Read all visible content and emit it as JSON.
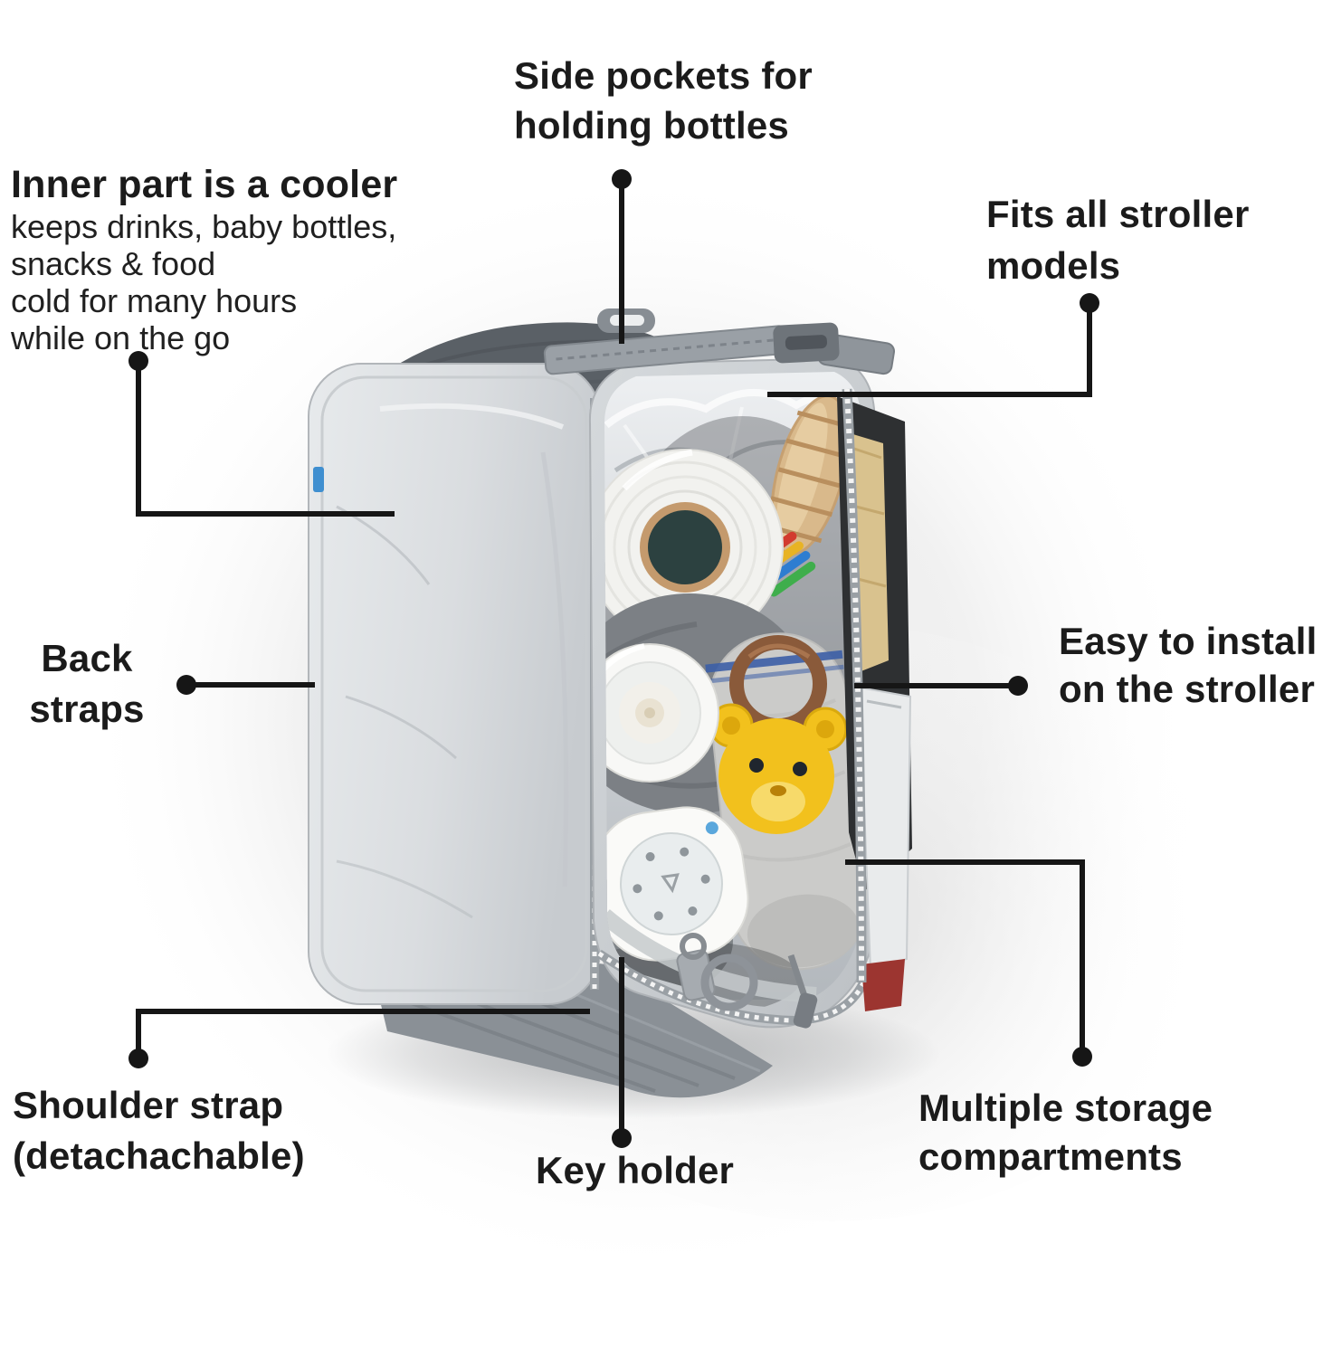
{
  "figure": {
    "type": "product-annotation-infographic",
    "subject": "Top view of an open stroller organizer diaper bag with cooler interior, packed with toilet-paper roll, baby bottles, rolled towel, yellow bear toy, wooden toy and a book",
    "background_color": "#ffffff",
    "line_color": "#161616",
    "text_color": "#1b1b1b"
  },
  "labels": {
    "side_pockets": {
      "line1": "Side pockets for",
      "line2": "holding bottles"
    },
    "inner_cooler": {
      "heading": "Inner part is a cooler",
      "body1": "keeps drinks, baby bottles,",
      "body2": "snacks & food",
      "body3": "cold for many hours",
      "body4": "while on the go"
    },
    "fits_stroller": {
      "line1": "Fits all stroller",
      "line2": "models"
    },
    "back_straps": {
      "line1": "Back",
      "line2": "straps"
    },
    "easy_install": {
      "line1": "Easy to install",
      "line2": "on the stroller"
    },
    "shoulder_strap": {
      "line1": "Shoulder strap",
      "line2": "(detachachable)"
    },
    "key_holder": {
      "line1": "Key holder"
    },
    "multiple_storage": {
      "line1": "Multiple storage",
      "line2": "compartments"
    }
  }
}
